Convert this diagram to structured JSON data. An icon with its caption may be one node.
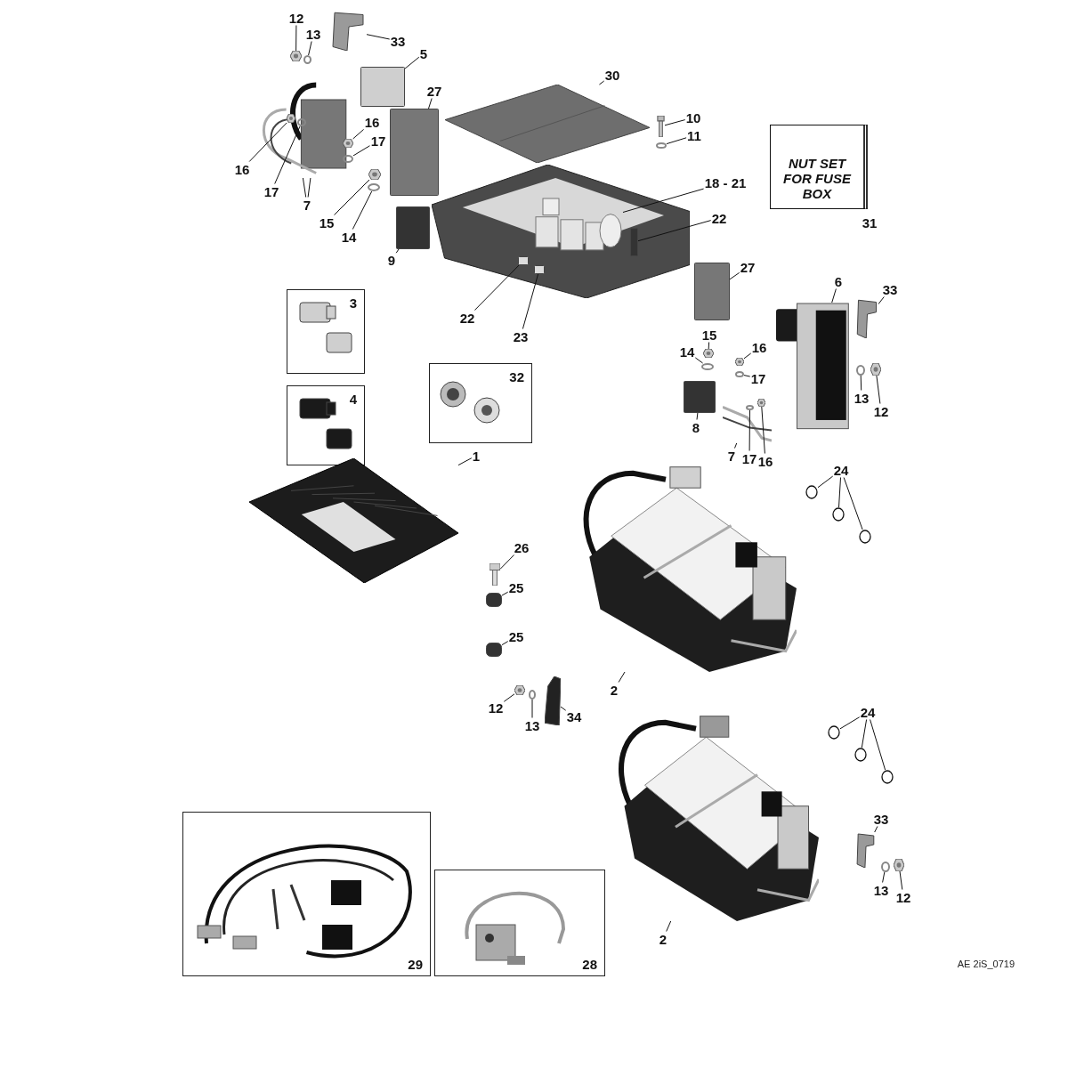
{
  "diagram": {
    "nodes": [
      {
        "text": [
          "12"
        ]
      },
      {
        "text": [
          "13"
        ]
      },
      {
        "text": [
          "33"
        ]
      },
      {
        "text": [
          "5"
        ]
      },
      {
        "text": [
          "27"
        ]
      },
      {
        "text": [
          "30"
        ]
      },
      {
        "text": [
          "10"
        ]
      },
      {
        "text": [
          "11"
        ]
      },
      {
        "text": [
          "16"
        ]
      },
      {
        "text": [
          "17"
        ]
      },
      {
        "text": [
          "16"
        ]
      },
      {
        "text": [
          "17"
        ]
      },
      {
        "text": [
          "7"
        ]
      },
      {
        "text": [
          "15"
        ]
      },
      {
        "text": [
          "14"
        ]
      },
      {
        "text": [
          "9"
        ]
      },
      {
        "text": [
          "18 - 21"
        ]
      },
      {
        "text": [
          "22"
        ]
      },
      {
        "text": [
          "22"
        ]
      },
      {
        "text": [
          "23"
        ]
      },
      {
        "text": [
          "27"
        ]
      },
      {
        "text": [
          "33"
        ]
      },
      {
        "text": [
          "6"
        ]
      },
      {
        "text": [
          "15"
        ]
      },
      {
        "text": [
          "14"
        ]
      },
      {
        "text": [
          "16"
        ]
      },
      {
        "text": [
          "17"
        ]
      },
      {
        "text": [
          "8"
        ]
      },
      {
        "text": [
          "13"
        ]
      },
      {
        "text": [
          "12"
        ]
      },
      {
        "text": [
          "7"
        ]
      },
      {
        "text": [
          "17"
        ]
      },
      {
        "text": [
          "16"
        ]
      },
      {
        "text": [
          "24"
        ]
      },
      {
        "text": [
          "1"
        ]
      },
      {
        "text": [
          "26"
        ]
      },
      {
        "text": [
          "25"
        ]
      },
      {
        "text": [
          "25"
        ]
      },
      {
        "text": [
          "2"
        ]
      },
      {
        "text": [
          "34"
        ]
      },
      {
        "text": [
          "12"
        ]
      },
      {
        "text": [
          "13"
        ]
      },
      {
        "text": [
          "24"
        ]
      },
      {
        "text": [
          "2"
        ]
      },
      {
        "text": [
          "33"
        ]
      },
      {
        "text": [
          "13"
        ]
      },
      {
        "text": [
          "12"
        ]
      },
      {
        "text": [
          "NUT SET FOR FUSE BOX"
        ],
        "beside": [
          "31"
        ]
      },
      {
        "text": [
          "3"
        ]
      },
      {
        "text": [
          "4"
        ]
      },
      {
        "text": [
          "32"
        ]
      },
      {
        "text": [
          "29"
        ]
      },
      {
        "text": [
          "28"
        ]
      },
      {
        "text": [],
        "shape": "picture"
      },
      {
        "text": [],
        "shape": "circle"
      },
      {
        "text": [],
        "shape": "picture"
      },
      {
        "text": [],
        "shape": "box"
      },
      {
        "text": [],
        "shape": "box"
      },
      {
        "text": [],
        "shape": "picture"
      },
      {
        "text": [],
        "shape": "picture"
      },
      {
        "text": [],
        "shape": "circle"
      },
      {
        "text": [],
        "shape": "picture"
      },
      {
        "text": [],
        "shape": "picture",
        "in": 61
      },
      {
        "text": [],
        "shape": "circle",
        "in": 61
      },
      {
        "text": [],
        "shape": "picture",
        "in": 61
      },
      {
        "text": [],
        "shape": "circle",
        "in": 61
      },
      {
        "text": [],
        "shape": "picture"
      },
      {
        "text": [],
        "shape": "circle"
      },
      {
        "text": [],
        "shape": "box"
      },
      {
        "text": [],
        "shape": "picture"
      },
      {
        "text": [],
        "shape": "picture",
        "in": 69
      },
      {
        "text": [],
        "shape": "box",
        "in": 69
      },
      {
        "text": [],
        "shape": "box",
        "in": 69
      },
      {
        "text": [],
        "shape": "box",
        "in": 69
      },
      {
        "text": [],
        "shape": "box"
      },
      {
        "text": [],
        "shape": "picture"
      },
      {
        "text": [],
        "shape": "picture"
      },
      {
        "text": [],
        "shape": "picture"
      },
      {
        "text": [],
        "shape": "circle"
      },
      {
        "text": [],
        "shape": "picture"
      },
      {
        "text": [],
        "shape": "circle"
      },
      {
        "text": [],
        "shape": "box"
      },
      {
        "text": [],
        "shape": "circle"
      },
      {
        "text": [],
        "shape": "picture"
      },
      {
        "text": [],
        "shape": "picture"
      },
      {
        "text": [],
        "shape": "circle",
        "in": 84
      },
      {
        "text": [],
        "shape": "picture",
        "in": 84
      },
      {
        "text": [],
        "shape": "circle"
      },
      {
        "text": [],
        "shape": "circle"
      },
      {
        "text": [],
        "shape": "circle"
      },
      {
        "text": [],
        "shape": "picture"
      },
      {
        "text": [],
        "shape": "picture"
      },
      {
        "text": [],
        "shape": "box"
      },
      {
        "text": [],
        "shape": "box"
      },
      {
        "text": [],
        "shape": "picture"
      },
      {
        "text": [],
        "shape": "picture"
      },
      {
        "text": [],
        "shape": "picture"
      },
      {
        "text": [],
        "shape": "circle"
      },
      {
        "text": [],
        "shape": "circle"
      },
      {
        "text": [],
        "shape": "circle"
      },
      {
        "text": [],
        "shape": "circle"
      },
      {
        "text": [],
        "shape": "picture"
      },
      {
        "text": [],
        "shape": "picture"
      },
      {
        "text": [],
        "shape": "circle"
      },
      {
        "text": [],
        "shape": "picture"
      }
    ],
    "edges": [
      {
        "from": 0,
        "to": 53,
        "arrow": "none"
      },
      {
        "from": 1,
        "to": 54,
        "arrow": "none"
      },
      {
        "from": 2,
        "to": 55,
        "arrow": "none"
      },
      {
        "from": 3,
        "to": 56,
        "arrow": "none"
      },
      {
        "from": 4,
        "to": 57,
        "arrow": "none"
      },
      {
        "from": 5,
        "to": 58,
        "arrow": "none"
      },
      {
        "from": 6,
        "to": 59,
        "arrow": "none"
      },
      {
        "from": 7,
        "to": 60,
        "arrow": "none"
      },
      {
        "from": 8,
        "to": 62,
        "arrow": "none"
      },
      {
        "from": 9,
        "to": 63,
        "arrow": "none"
      },
      {
        "from": 10,
        "to": 64,
        "arrow": "none"
      },
      {
        "from": 11,
        "to": 65,
        "arrow": "none"
      },
      {
        "from": 12,
        "to": 61,
        "arrow": "none"
      },
      {
        "from": 12,
        "to": 61,
        "arrow": "none"
      },
      {
        "from": 13,
        "to": 66,
        "arrow": "none"
      },
      {
        "from": 14,
        "to": 67,
        "arrow": "none"
      },
      {
        "from": 15,
        "to": 68,
        "arrow": "none"
      },
      {
        "from": 16,
        "to": 70,
        "arrow": "none"
      },
      {
        "from": 17,
        "to": 71,
        "arrow": "none"
      },
      {
        "from": 18,
        "to": 72,
        "arrow": "none"
      },
      {
        "from": 19,
        "to": 73,
        "arrow": "none"
      },
      {
        "from": 20,
        "to": 74,
        "arrow": "none"
      },
      {
        "from": 21,
        "to": 75,
        "arrow": "none"
      },
      {
        "from": 22,
        "to": 76,
        "arrow": "none"
      },
      {
        "from": 23,
        "to": 77,
        "arrow": "none"
      },
      {
        "from": 24,
        "to": 78,
        "arrow": "none"
      },
      {
        "from": 25,
        "to": 79,
        "arrow": "none"
      },
      {
        "from": 26,
        "to": 80,
        "arrow": "none"
      },
      {
        "from": 27,
        "to": 81,
        "arrow": "none"
      },
      {
        "from": 28,
        "to": 82,
        "arrow": "none"
      },
      {
        "from": 29,
        "to": 83,
        "arrow": "none"
      },
      {
        "from": 30,
        "to": 84,
        "arrow": "none"
      },
      {
        "from": 31,
        "to": 85,
        "arrow": "none"
      },
      {
        "from": 32,
        "to": 86,
        "arrow": "none"
      },
      {
        "from": 33,
        "to": 87,
        "arrow": "none"
      },
      {
        "from": 33,
        "to": 88,
        "arrow": "none"
      },
      {
        "from": 33,
        "to": 89,
        "arrow": "none"
      },
      {
        "from": 34,
        "to": 90,
        "arrow": "none"
      },
      {
        "from": 35,
        "to": 91,
        "arrow": "none"
      },
      {
        "from": 36,
        "to": 92,
        "arrow": "none"
      },
      {
        "from": 37,
        "to": 93,
        "arrow": "none"
      },
      {
        "from": 38,
        "to": 94,
        "arrow": "none"
      },
      {
        "from": 39,
        "to": 95,
        "arrow": "none"
      },
      {
        "from": 40,
        "to": 96,
        "arrow": "none"
      },
      {
        "from": 41,
        "to": 97,
        "arrow": "none"
      },
      {
        "from": 42,
        "to": 98,
        "arrow": "none"
      },
      {
        "from": 42,
        "to": 99,
        "arrow": "none"
      },
      {
        "from": 42,
        "to": 100,
        "arrow": "none"
      },
      {
        "from": 43,
        "to": 101,
        "arrow": "none"
      },
      {
        "from": 44,
        "to": 102,
        "arrow": "none"
      },
      {
        "from": 45,
        "to": 103,
        "arrow": "none"
      },
      {
        "from": 46,
        "to": 104,
        "arrow": "none"
      }
    ],
    "labels": [
      "AE 2iS_0719"
    ]
  }
}
